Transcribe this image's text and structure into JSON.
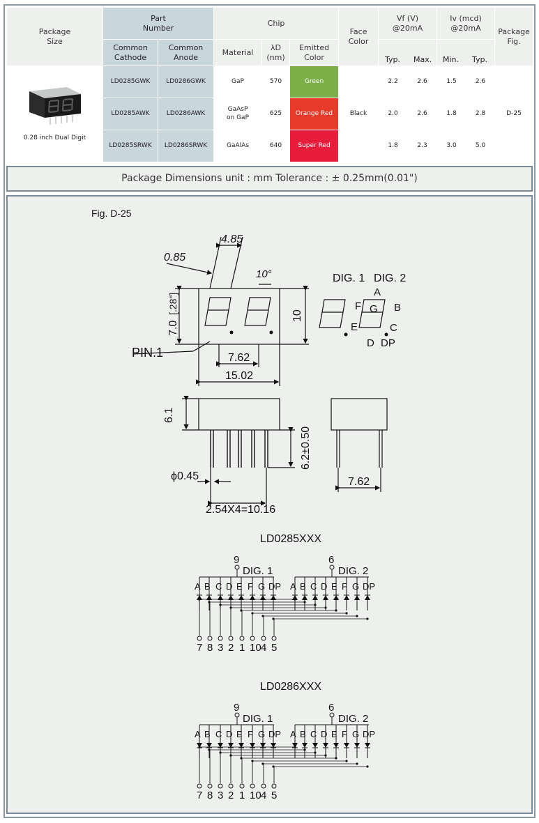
{
  "table": {
    "package_size": "Package\nSize",
    "part_number": "Part\nNumber",
    "common_cathode": "Common\nCathode",
    "common_anode": "Common\nAnode",
    "chip": "Chip",
    "material": "Material",
    "lambda": "λD\n(nm)",
    "emitted_color": "Emitted\nColor",
    "face_color": "Face\nColor",
    "vf": "Vf (V)\n@20mA",
    "iv": "Iv (mcd)\n@20mA",
    "package_fig": "Package\nFig.",
    "typ": "Typ.",
    "max": "Max.",
    "min": "Min.",
    "package_caption": "0.28 inch Dual Digit",
    "face_value": "Black",
    "fig_value": "D-25",
    "rows": [
      {
        "cc": "LD0285GWK",
        "ca": "LD0286GWK",
        "material": "GaP",
        "nm": "570",
        "color": "Green",
        "vf_typ": "2.2",
        "vf_max": "2.6",
        "iv_min": "1.5",
        "iv_typ": "2.6"
      },
      {
        "cc": "LD0285AWK",
        "ca": "LD0286AWK",
        "material": "GaAsP\non GaP",
        "nm": "625",
        "color": "Orange Red",
        "vf_typ": "2.0",
        "vf_max": "2.6",
        "iv_min": "1.8",
        "iv_typ": "2.8"
      },
      {
        "cc": "LD0285SRWK",
        "ca": "LD0286SRWK",
        "material": "GaAlAs",
        "nm": "640",
        "color": "Super Red",
        "vf_typ": "1.8",
        "vf_max": "2.3",
        "iv_min": "3.0",
        "iv_typ": "5.0"
      }
    ]
  },
  "dimensions_bar": "Package Dimensions   unit : mm  Tolerance : ± 0.25mm(0.01\")",
  "figure": {
    "fig_label": "Fig. D-25",
    "d_085": "0.85",
    "d_485": "4.85",
    "d_10deg": "10°",
    "d_70": "7.0",
    "d_28": "[.28\"]",
    "d_10": "10",
    "pin1": "PIN.1",
    "d_762a": "7.62",
    "d_1502": "15.02",
    "dig1": "DIG. 1",
    "dig2": "DIG. 2",
    "seg_a": "A",
    "seg_b": "B",
    "seg_c": "C",
    "seg_d": "D",
    "seg_e": "E",
    "seg_f": "F",
    "seg_g": "G",
    "seg_dp": "DP",
    "d_61": "6.1",
    "d_62": "6.2±0.50",
    "d_045": "ϕ0.45",
    "d_pitch": "2.54X4=10.16",
    "d_762b": "7.62",
    "cc_title": "LD0285XXX",
    "ca_title": "LD0286XXX",
    "pin9": "9",
    "pin6": "6",
    "segs": [
      "A",
      "B",
      "C",
      "D",
      "E",
      "F",
      "G",
      "DP"
    ],
    "pins": [
      "7",
      "8",
      "3",
      "2",
      "1",
      "10",
      "4",
      "5"
    ]
  },
  "colors": {
    "green": "#7cae48",
    "orange_red": "#e63a2a",
    "super_red": "#e81d3c",
    "part_bg": "#c9d6dc",
    "panel_bg": "#eef0ee"
  }
}
